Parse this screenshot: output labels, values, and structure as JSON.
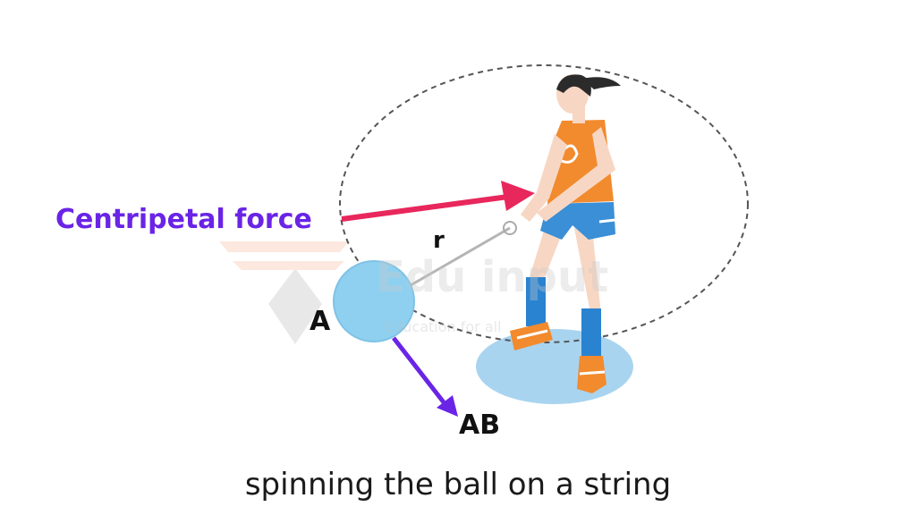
{
  "colors": {
    "centripetal_arrow": "#e8275c",
    "centripetal_label": "#6a24e6",
    "velocity_arrow": "#6a24e6",
    "ball": "#8fd0f0",
    "orbit": "#555555",
    "shirt": "#f28a2e",
    "shorts": "#3a8fd6",
    "socks": "#2a83d0",
    "skin": "#f7d7c4",
    "hair": "#2b2b2b",
    "shadow": "#a8d4f0"
  },
  "labels": {
    "centripetal_force": "Centripetal force",
    "radius": "r",
    "point_a": "A",
    "tangent_end": "AB"
  },
  "watermark": {
    "brand": "Edu input",
    "tagline": "Education for all"
  },
  "caption": "spinning the ball on a string"
}
